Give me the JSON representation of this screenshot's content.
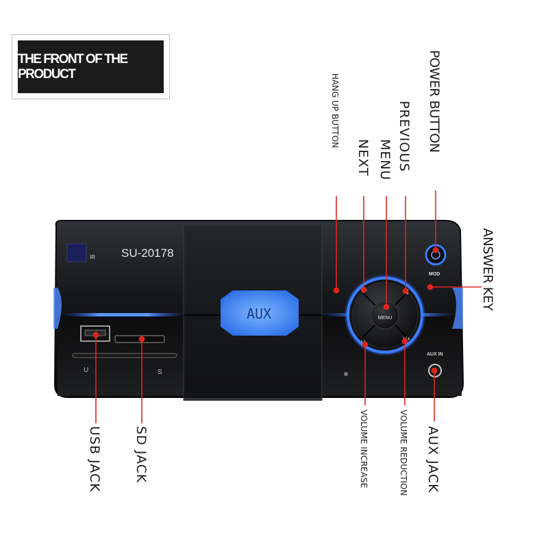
{
  "header": {
    "title": "THE FRONT OF THE PRODUCT"
  },
  "device": {
    "model": "SU-20178",
    "ir_label": "IR",
    "display_text": "AUX",
    "menu_label": "MENU",
    "mod_label": "MOD",
    "aux_in_label": "AUX IN",
    "usb_port_label": "U",
    "sd_slot_label": "S",
    "accent_color": "#2e6bff",
    "lcd_color": "#3f8dff"
  },
  "callouts": {
    "hang_up": "HANG UP BUTTON",
    "next": "NEXT",
    "menu": "MENU",
    "previous": "PREVIOUS",
    "power": "POWER BUTTON",
    "answer": "ANSWER KEY",
    "usb": "USB JACK",
    "sd": "SD JACK",
    "vol_increase": "VOLUME INCREASE",
    "vol_reduction": "VOLUME REDUCTION",
    "aux": "AUX JACK",
    "line_color": "#e0261c"
  }
}
